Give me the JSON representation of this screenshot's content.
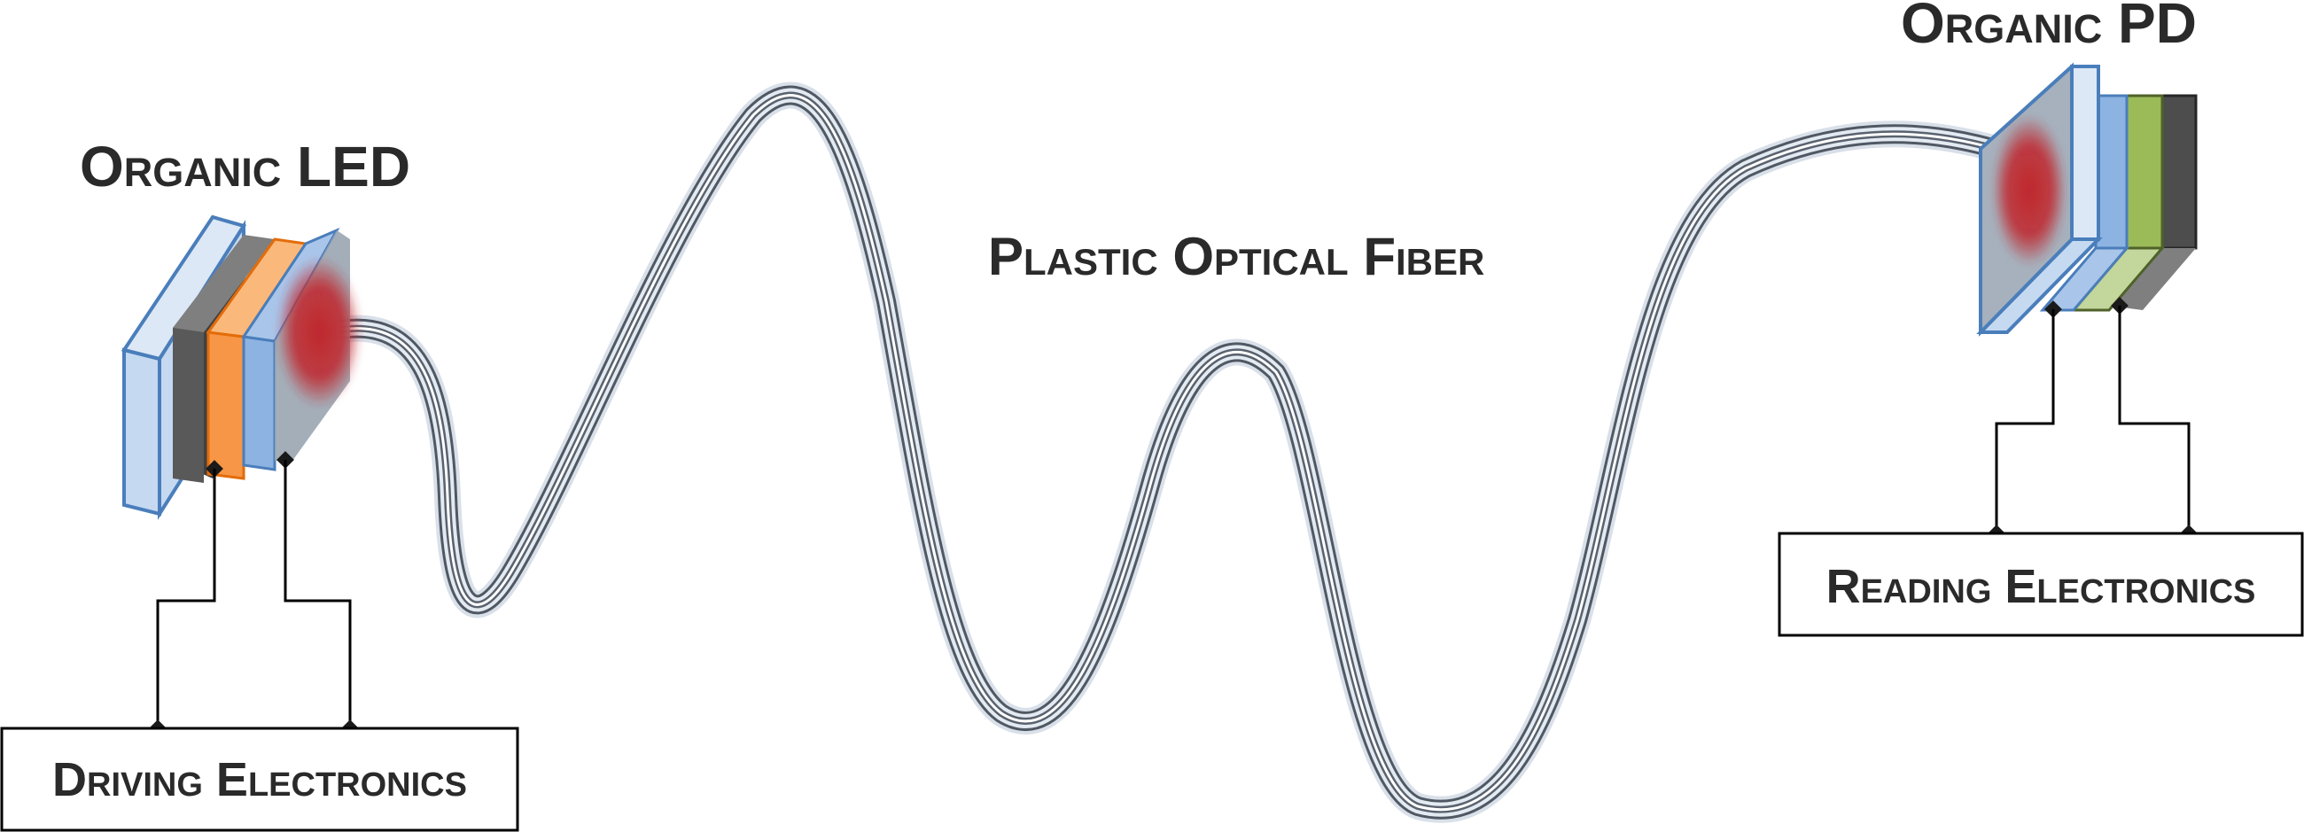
{
  "labels": {
    "led": "Organic LED",
    "fiber": "Plastic Optical Fiber",
    "pd": "Organic PD",
    "driving": "Driving Electronics",
    "reading": "Reading Electronics"
  },
  "colors": {
    "substrate": "#c5d9f1",
    "substrate_edge": "#4a7ebb",
    "dark_layer": "#595959",
    "orange_layer": "#f79646",
    "blue_layer": "#8db3e2",
    "green_layer": "#9bbb59",
    "emission": "#c0272d",
    "fiber_light": "#dfe6ef",
    "fiber_dark": "#4f5863",
    "wire": "#000000"
  }
}
